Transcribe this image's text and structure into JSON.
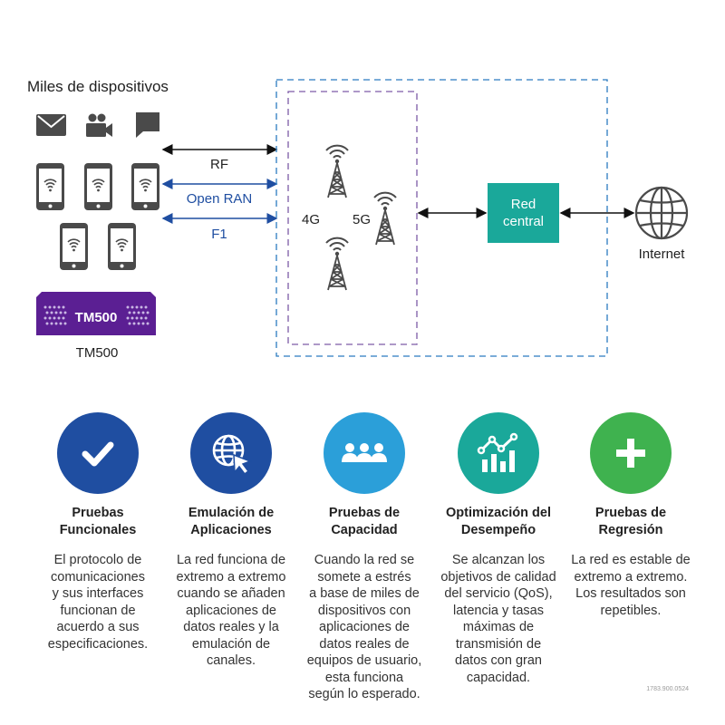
{
  "diagram": {
    "devices_title": "Miles de dispositivos",
    "links": {
      "rf": "RF",
      "open_ran": "Open RAN",
      "f1": "F1"
    },
    "tm500_badge": "TM500",
    "tm500_label": "TM500",
    "tech_4g": "4G",
    "tech_5g": "5G",
    "core": {
      "line1": "Red",
      "line2": "central"
    },
    "internet": "Internet",
    "colors": {
      "teal": "#1aa89a",
      "purple_dash": "#7d5ba6",
      "blue_dash": "#2b7bc0",
      "blue_link": "#1f4ea1",
      "tm500_purple": "#5b1f93"
    }
  },
  "features": [
    {
      "icon": "check-icon",
      "color": "#1f4ea1",
      "title_line1": "Pruebas",
      "title_line2": "Funcionales",
      "desc": [
        "El protocolo de",
        "comunicaciones",
        "y sus interfaces",
        "funcionan de",
        "acuerdo a sus",
        "especificaciones."
      ]
    },
    {
      "icon": "globe-cursor-icon",
      "color": "#1f4ea1",
      "title_line1": "Emulación de",
      "title_line2": "Aplicaciones",
      "desc": [
        "La red funciona de",
        "extremo a extremo",
        "cuando se añaden",
        "aplicaciones de",
        "datos reales y la",
        "emulación de",
        "canales."
      ]
    },
    {
      "icon": "users-icon",
      "color": "#2b9fd9",
      "title_line1": "Pruebas de",
      "title_line2": "Capacidad",
      "desc": [
        "Cuando la red se",
        "somete a estrés",
        "a base de miles de",
        "dispositivos con",
        "aplicaciones de",
        "datos reales de",
        "equipos de usuario,",
        "esta funciona",
        "según lo esperado."
      ]
    },
    {
      "icon": "performance-chart-icon",
      "color": "#1aa89a",
      "title_line1": "Optimización del",
      "title_line2": "Desempeño",
      "desc": [
        "Se alcanzan los",
        "objetivos de calidad",
        "del servicio (QoS),",
        "latencia y tasas",
        "máximas de",
        "transmisión de",
        "datos con gran",
        "capacidad."
      ]
    },
    {
      "icon": "plus-icon",
      "color": "#3fb24f",
      "title_line1": "Pruebas de",
      "title_line2": "Regresión",
      "desc": [
        "La red es estable de",
        "extremo a extremo.",
        "Los resultados son",
        "repetibles."
      ]
    }
  ],
  "footnote": "1783.900.0524"
}
